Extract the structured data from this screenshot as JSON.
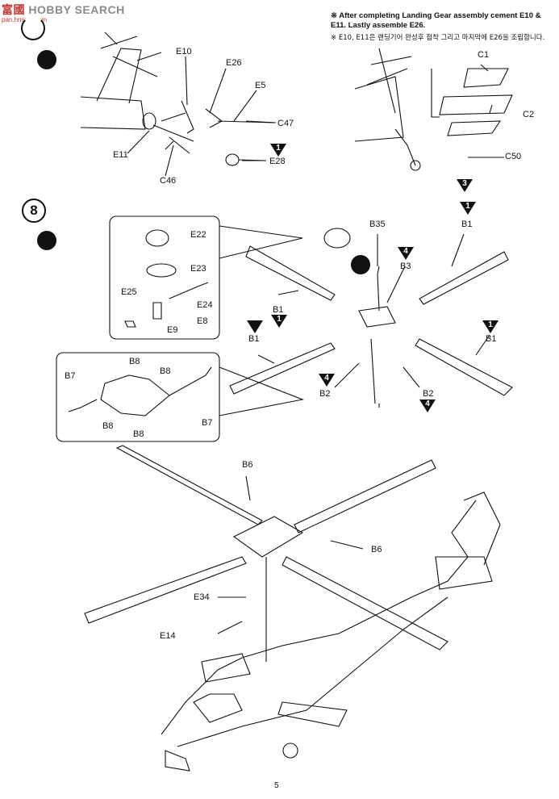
{
  "watermark": {
    "brand_a": "富",
    "brand_b": "國",
    "text": "HOBBY SEARCH",
    "url": "pan.hnsxin.com"
  },
  "notes": {
    "en": "※ After completing Landing Gear assembly cement E10 & E11. Lastly assemble E26.",
    "kr": "※ E10, E11은 랜딩기어 완성후 접착 그리고 마지막에 E26을 조립합니다."
  },
  "steps": {
    "step8": "8"
  },
  "step7_labels": {
    "E10": "E10",
    "E26": "E26",
    "E5": "E5",
    "C47": "C47",
    "E11": "E11",
    "C46": "C46",
    "E28": "E28",
    "C1": "C1",
    "C2": "C2",
    "C50": "C50"
  },
  "step8_labels": {
    "E22": "E22",
    "E23": "E23",
    "E25": "E25",
    "E24": "E24",
    "E9": "E9",
    "E8": "E8",
    "B35": "B35",
    "B3": "B3",
    "B1_top_right": "B1",
    "B1_left": "B1",
    "B1_left2": "B1",
    "B1_right": "B1",
    "B2_left": "B2",
    "B2_right": "B2",
    "B8_top": "B8",
    "B8_right": "B8",
    "B8_botleft": "B8",
    "B8_bot": "B8",
    "B7_left": "B7",
    "B7_right": "B7"
  },
  "step9_labels": {
    "B6_top": "B6",
    "B6_right": "B6",
    "E34": "E34",
    "E14": "E14"
  },
  "callouts": {
    "t1": "1",
    "t1b": "1",
    "t1c": "1",
    "t1d": "1",
    "t3": "3",
    "t4a": "4",
    "t4b": "4",
    "t4c": "4"
  },
  "page_number": "5",
  "colors": {
    "ink": "#111111",
    "paper": "#ffffff",
    "watermark_red": "#c2362f",
    "watermark_gray": "#8a8a8a"
  }
}
